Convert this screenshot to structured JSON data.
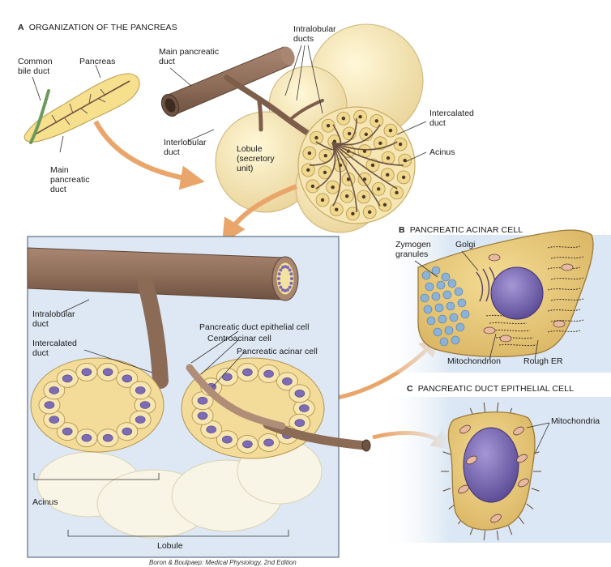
{
  "panel_a": {
    "letter": "A",
    "title": "ORGANIZATION OF THE PANCREAS",
    "labels": {
      "common_bile_duct": "Common\nbile duct",
      "pancreas": "Pancreas",
      "main_pancreatic_duct_top": "Main pancreatic\nduct",
      "intralobular_ducts": "Intralobular\nducts",
      "intercalated_duct": "Intercalated\nduct",
      "acinus": "Acinus",
      "interlobular_duct": "Interlobular\nduct",
      "lobule_secretory": "Lobule\n(secretory\nunit)",
      "main_pancreatic_duct_left": "Main\npancreatic\nduct"
    }
  },
  "detail": {
    "labels": {
      "intralobular_duct": "Intralobular\nduct",
      "intercalated_duct": "Intercalated\nduct",
      "pancreatic_duct_epithelial_cell": "Pancreatic duct epithelial cell",
      "centroacinar_cell": "Centroacinar cell",
      "pancreatic_acinar_cell": "Pancreatic acinar cell",
      "acinus": "Acinus",
      "lobule": "Lobule"
    }
  },
  "panel_b": {
    "letter": "B",
    "title": "PANCREATIC ACINAR CELL",
    "labels": {
      "zymogen_granules": "Zymogen\ngranules",
      "golgi": "Golgi",
      "mitochondrion": "Mitochondrion",
      "rough_er": "Rough ER"
    }
  },
  "panel_c": {
    "letter": "C",
    "title": "PANCREATIC DUCT EPITHELIAL CELL",
    "labels": {
      "mitochondria": "Mitochondria"
    }
  },
  "credit": "Boron & Boulpaep: Medical Physiology, 2nd Edition",
  "colors": {
    "duct_brown": "#8b6a56",
    "lobule_cream": "#f3e2a2",
    "cell_tan": "#e8c978",
    "nucleus_purple": "#7d6bb3",
    "detail_bg": "#dde8f4",
    "arrow_orange": "#e9a56a"
  }
}
